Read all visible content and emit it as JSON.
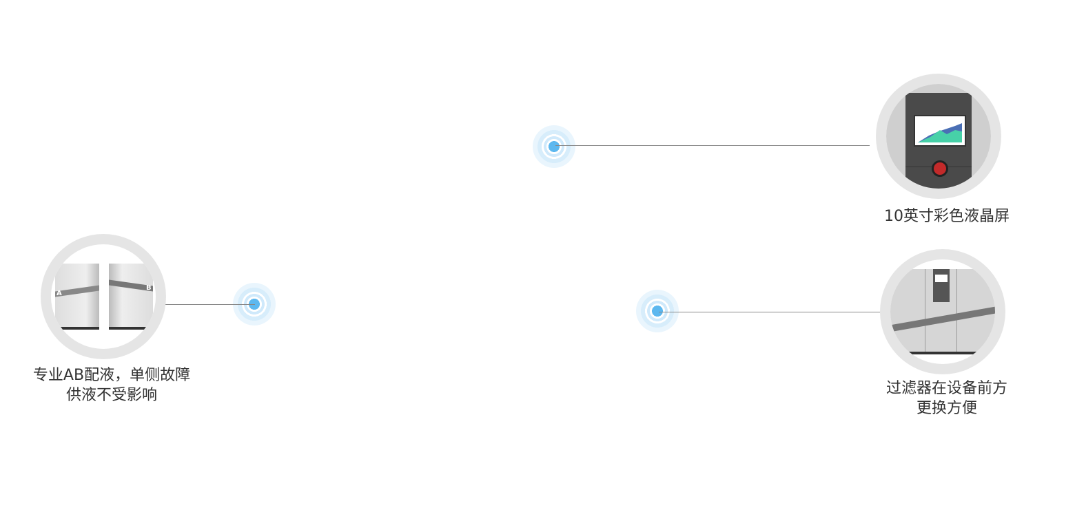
{
  "features": [
    {
      "id": "screen",
      "label_lines": [
        "10英寸彩色液晶屏"
      ]
    },
    {
      "id": "ab",
      "label_lines": [
        "专业AB配液，单侧故障",
        "供液不受影响"
      ],
      "cabinet_a": "A",
      "cabinet_b": "B"
    },
    {
      "id": "filter",
      "label_lines": [
        "过滤器在设备前方",
        "更换方便"
      ]
    }
  ],
  "colors": {
    "pulse": "#5db8ef",
    "ring": "#e5e5e5",
    "text": "#333333"
  }
}
